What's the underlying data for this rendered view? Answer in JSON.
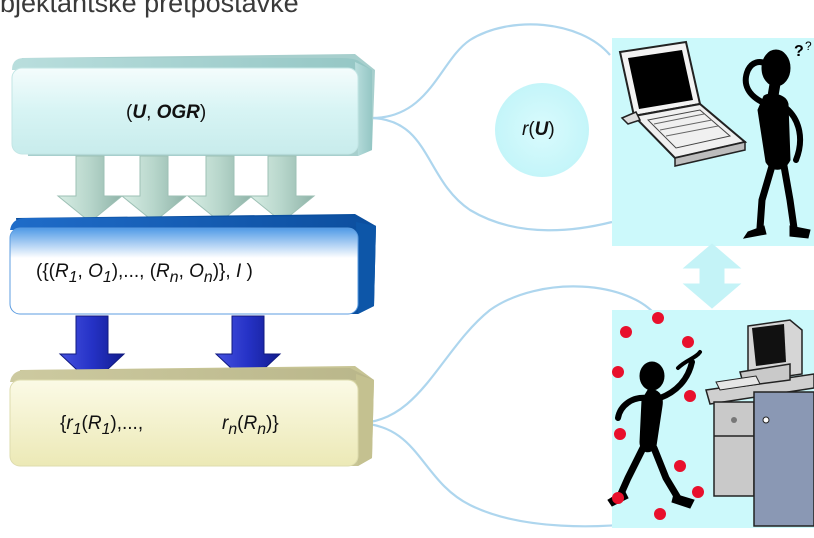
{
  "title": "bjektantske pretpostavke",
  "box_top": {
    "open": "(",
    "u": "U",
    "sep": ", ",
    "ogr": "OGR",
    "close": ")"
  },
  "box_middle": {
    "p1": "({(",
    "r1": "R",
    "r1_sub": "1",
    "c1": ", ",
    "o1": "O",
    "o1_sub": "1",
    "mid": "),..., (",
    "rn": "R",
    "rn_sub": "n",
    "c2": ", ",
    "on": "O",
    "on_sub": "n",
    "end": ")}, ",
    "i": "I",
    "close": " )"
  },
  "box_bottom": {
    "p1": "{",
    "r1": "r",
    "r1_sub": "1",
    "open1": "(",
    "R1": "R",
    "R1_sub": "1",
    "mid": "),...,",
    "rn": "r",
    "rn_sub": "n",
    "open2": "(",
    "Rn": "R",
    "Rn_sub": "n",
    "close": ")}"
  },
  "circle_label": {
    "r": "r",
    "open": "(",
    "u": "U",
    "close": ")"
  },
  "colors": {
    "top_box": "#d9f6f6",
    "middle_box": "#1a6fd0",
    "bottom_box": "#f1efc4",
    "cyan_panel": "#ccf9fb",
    "down_arrow_light": "#b4d2c9",
    "down_arrow_dark": "#2230c0",
    "connector": "#aad4ee",
    "red_dot": "#e8102c"
  },
  "icons": [
    "laptop-icon",
    "thinking-figure-icon",
    "computer-desk-icon",
    "dancing-figure-icon",
    "question-mark-icon"
  ]
}
